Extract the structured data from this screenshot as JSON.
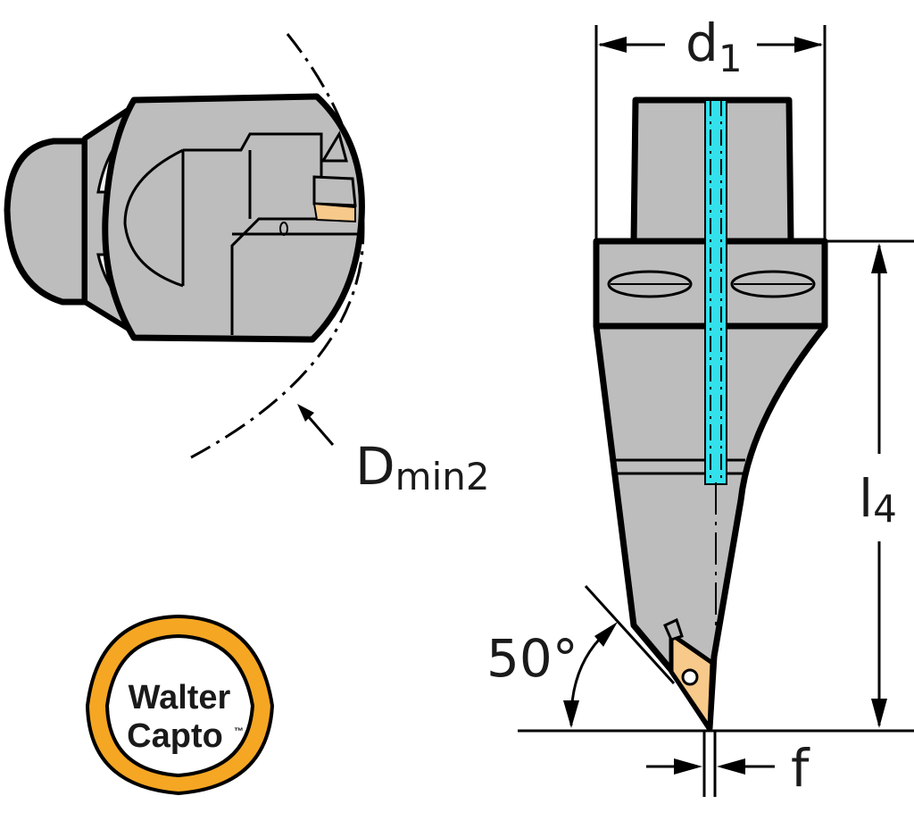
{
  "labels": {
    "d_main": "d",
    "d_sub": "1",
    "dmin_main": "D",
    "dmin_sub": "min2",
    "l_main": "l",
    "l_sub": "4",
    "angle": "50°",
    "f": "f"
  },
  "logo": {
    "line1": "Walter",
    "line2": "Capto",
    "tm": "™"
  },
  "colors": {
    "body_gray": "#bdbdbd",
    "outline": "#000000",
    "coolant": "#33e1ec",
    "insert": "#f7c98a",
    "logo_ring": "#f5a623"
  }
}
